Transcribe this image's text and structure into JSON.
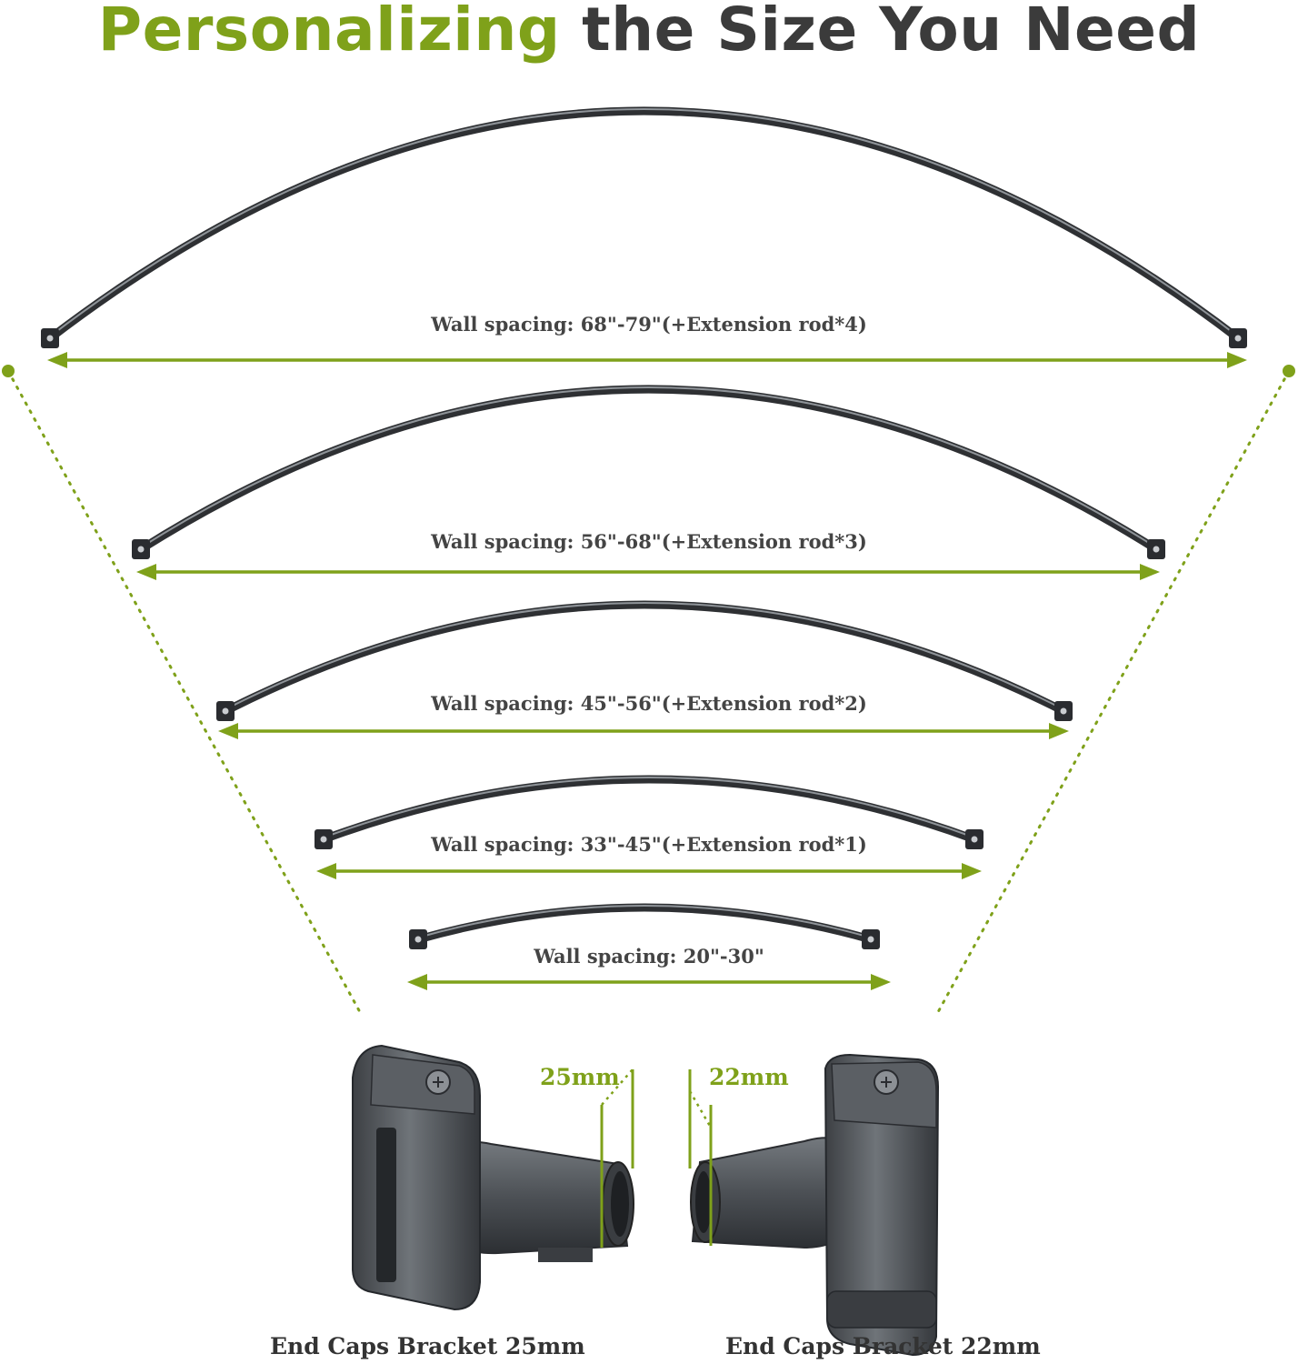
{
  "header": {
    "title_accent": "Personalizing",
    "title_rest": "the Size You Need"
  },
  "colors": {
    "accent": "#7fa11a",
    "rod": "#2e3033",
    "text": "#444444"
  },
  "rods": [
    {
      "label": "Wall spacing: 68\"-79\"(+Extension rod*4)"
    },
    {
      "label": "Wall spacing: 56\"-68\"(+Extension rod*3)"
    },
    {
      "label": "Wall spacing: 45\"-56\"(+Extension rod*2)"
    },
    {
      "label": "Wall spacing: 33\"-45\"(+Extension rod*1)"
    },
    {
      "label": "Wall spacing: 20\"-30\""
    }
  ],
  "brackets": {
    "left": {
      "size_label": "25mm",
      "caption": "End Caps Bracket 25mm"
    },
    "right": {
      "size_label": "22mm",
      "caption": "End Caps Bracket 22mm"
    }
  }
}
